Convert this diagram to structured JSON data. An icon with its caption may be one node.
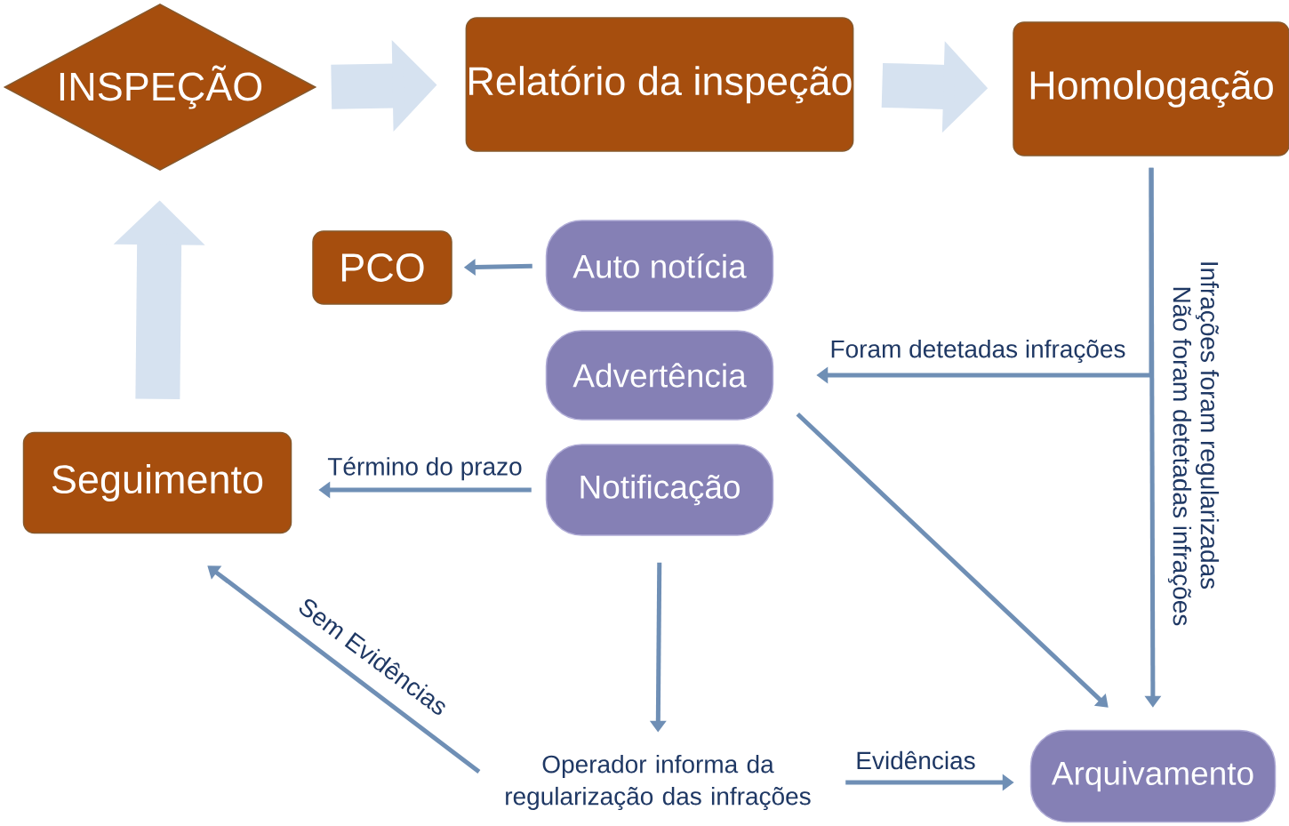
{
  "diagram": {
    "nodes": [
      {
        "text": [
          "INSPEÇÃO"
        ]
      },
      {
        "text": [
          "Relatório da inspeção"
        ]
      },
      {
        "text": [
          "Homologação"
        ]
      },
      {
        "text": [
          "PCO"
        ]
      },
      {
        "text": [
          "Auto notícia"
        ]
      },
      {
        "text": [
          "Advertência"
        ]
      },
      {
        "text": [
          "Notificação"
        ]
      },
      {
        "text": [
          "Seguimento"
        ]
      },
      {
        "text": [
          "Operador informa da regularização das infrações"
        ]
      },
      {
        "text": [
          "Arquivamento"
        ]
      }
    ],
    "edges": [
      {
        "from": 0,
        "to": 1,
        "arrow": "to",
        "style": "thick",
        "color": "#d6e2f0"
      },
      {
        "from": 1,
        "to": 2,
        "arrow": "to",
        "style": "thick",
        "color": "#d6e2f0"
      },
      {
        "from": 7,
        "to": 0,
        "arrow": "to",
        "style": "thick",
        "color": "#d6e2f0"
      },
      {
        "from": 4,
        "to": 3,
        "arrow": "to"
      },
      {
        "from": 2,
        "to": 5,
        "arrow": "to",
        "label": "Foram detetadas infrações"
      },
      {
        "from": 2,
        "to": 9,
        "arrow": "to",
        "label": "Não foram detetadas infrações"
      },
      {
        "from": 6,
        "to": 7,
        "arrow": "to",
        "label": "Término do prazo"
      },
      {
        "from": 5,
        "to": 9,
        "arrow": "to"
      },
      {
        "from": 6,
        "to": 8,
        "arrow": "to"
      },
      {
        "from": 8,
        "to": 7,
        "arrow": "to",
        "label": "Sem Evidências"
      },
      {
        "from": 8,
        "to": 9,
        "arrow": "to",
        "label": "Evidências"
      }
    ],
    "labels": [
      "Infrações foram regularizadas"
    ]
  }
}
